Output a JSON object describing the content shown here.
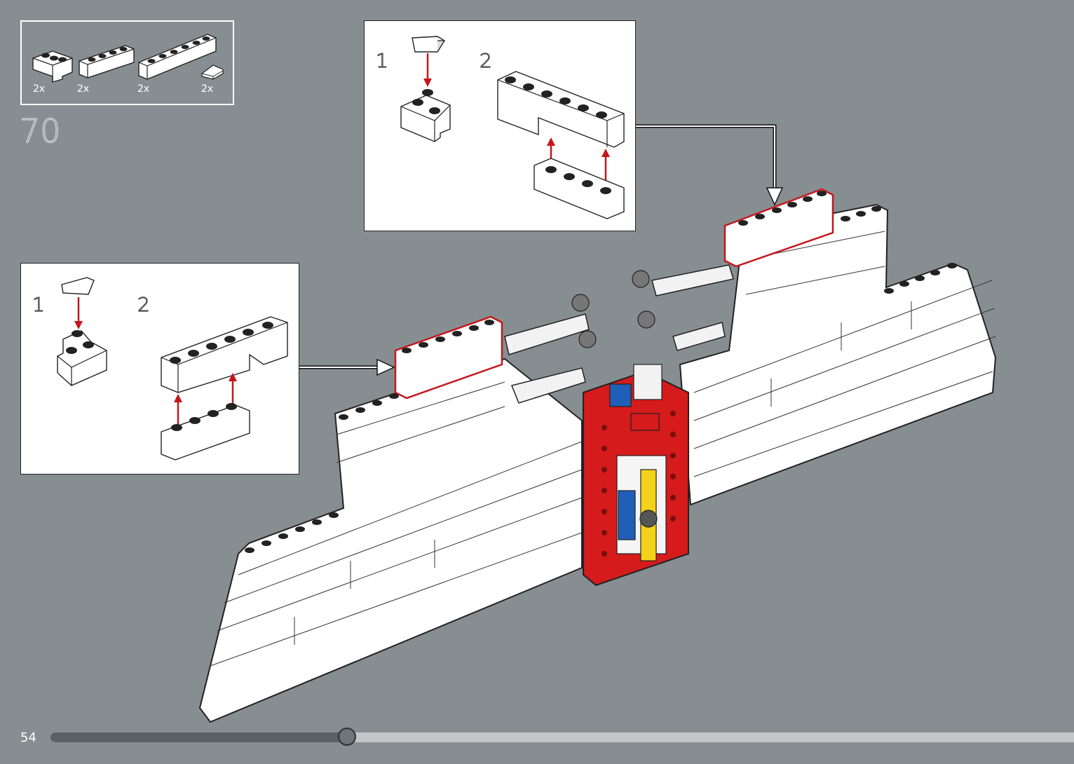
{
  "parts_list": {
    "items": [
      {
        "icon": "corner-brick-icon",
        "qty": "2x"
      },
      {
        "icon": "brick-1x4-icon",
        "qty": "2x"
      },
      {
        "icon": "brick-1x6-icon",
        "qty": "2x"
      },
      {
        "icon": "slope-tile-icon",
        "qty": "2x"
      }
    ]
  },
  "step": {
    "number": "70"
  },
  "callout_top": {
    "sub1": "1",
    "sub2": "2"
  },
  "callout_left": {
    "sub1": "1",
    "sub2": "2"
  },
  "footer": {
    "page_number": "54",
    "progress": 0.29
  },
  "colors": {
    "background": "#878e92",
    "brick_white": "#ffffff",
    "brick_red": "#d51b1b",
    "arrow_red": "#c4161c",
    "brick_yellow": "#f5d21a",
    "brick_blue": "#1f5fb8",
    "progress_dark": "#5a6064",
    "progress_light": "#c2c6c8"
  }
}
